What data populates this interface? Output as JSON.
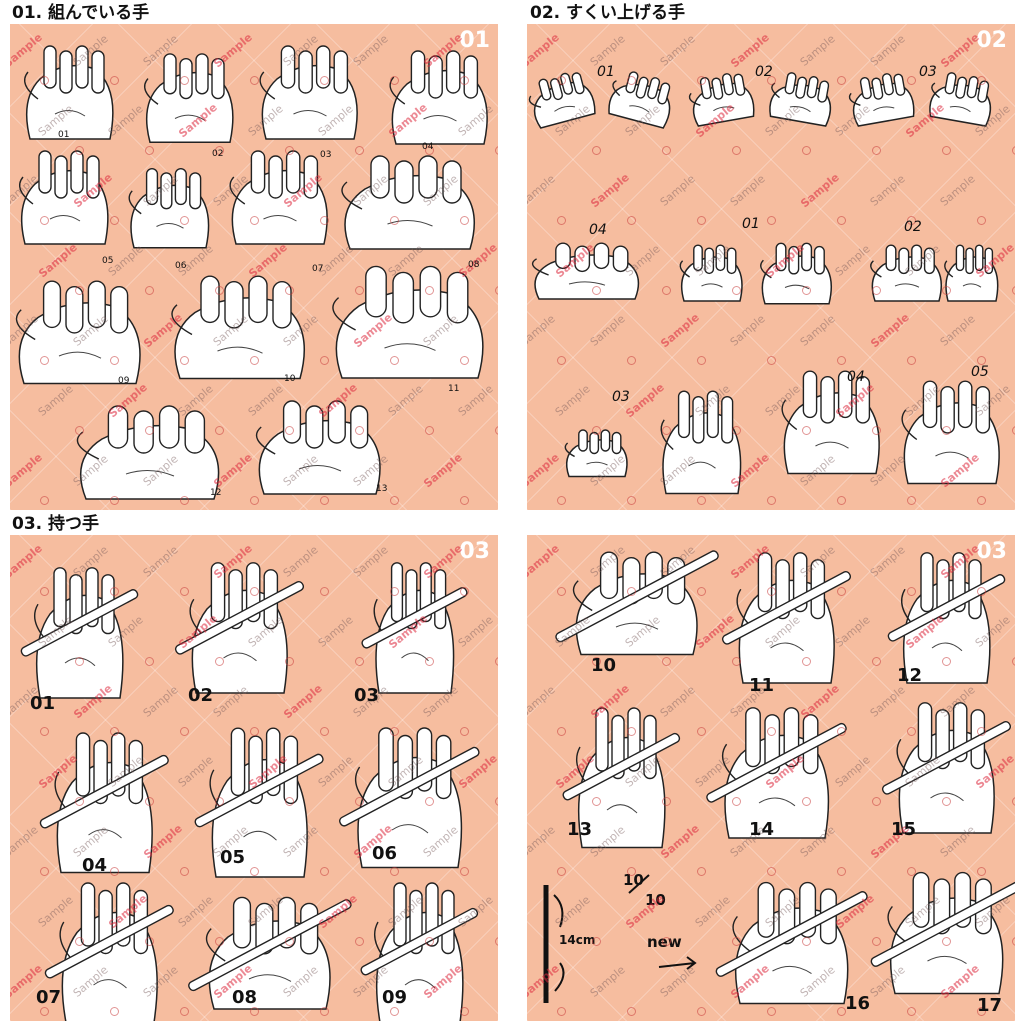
{
  "headings": {
    "section1": "01. 組んでいる手",
    "section2": "02. すくい上げる手",
    "section3": "03. 持つ手"
  },
  "panels": {
    "p1": {
      "number": "01",
      "labels": [
        "01",
        "02",
        "03",
        "04",
        "05",
        "06",
        "07",
        "08",
        "09",
        "10",
        "11",
        "12",
        "13"
      ]
    },
    "p2": {
      "number": "02",
      "labels": [
        "01",
        "02",
        "03",
        "04",
        "01",
        "02",
        "03",
        "04",
        "05"
      ]
    },
    "p3": {
      "number": "03",
      "labels": [
        "01",
        "02",
        "03",
        "04",
        "05",
        "06",
        "07",
        "08",
        "09"
      ]
    },
    "p4": {
      "number": "03",
      "labels": [
        "10",
        "11",
        "12",
        "13",
        "14",
        "15",
        "16",
        "17"
      ]
    }
  },
  "annotations": {
    "size": "14cm",
    "date_top": "10",
    "date_bottom": "10",
    "new_label": "new",
    "arrow": "→"
  },
  "watermark": {
    "text": "Sample"
  },
  "colors": {
    "background": "#f6bd9f",
    "hand_fill": "#ffffff",
    "line": "#222222"
  }
}
